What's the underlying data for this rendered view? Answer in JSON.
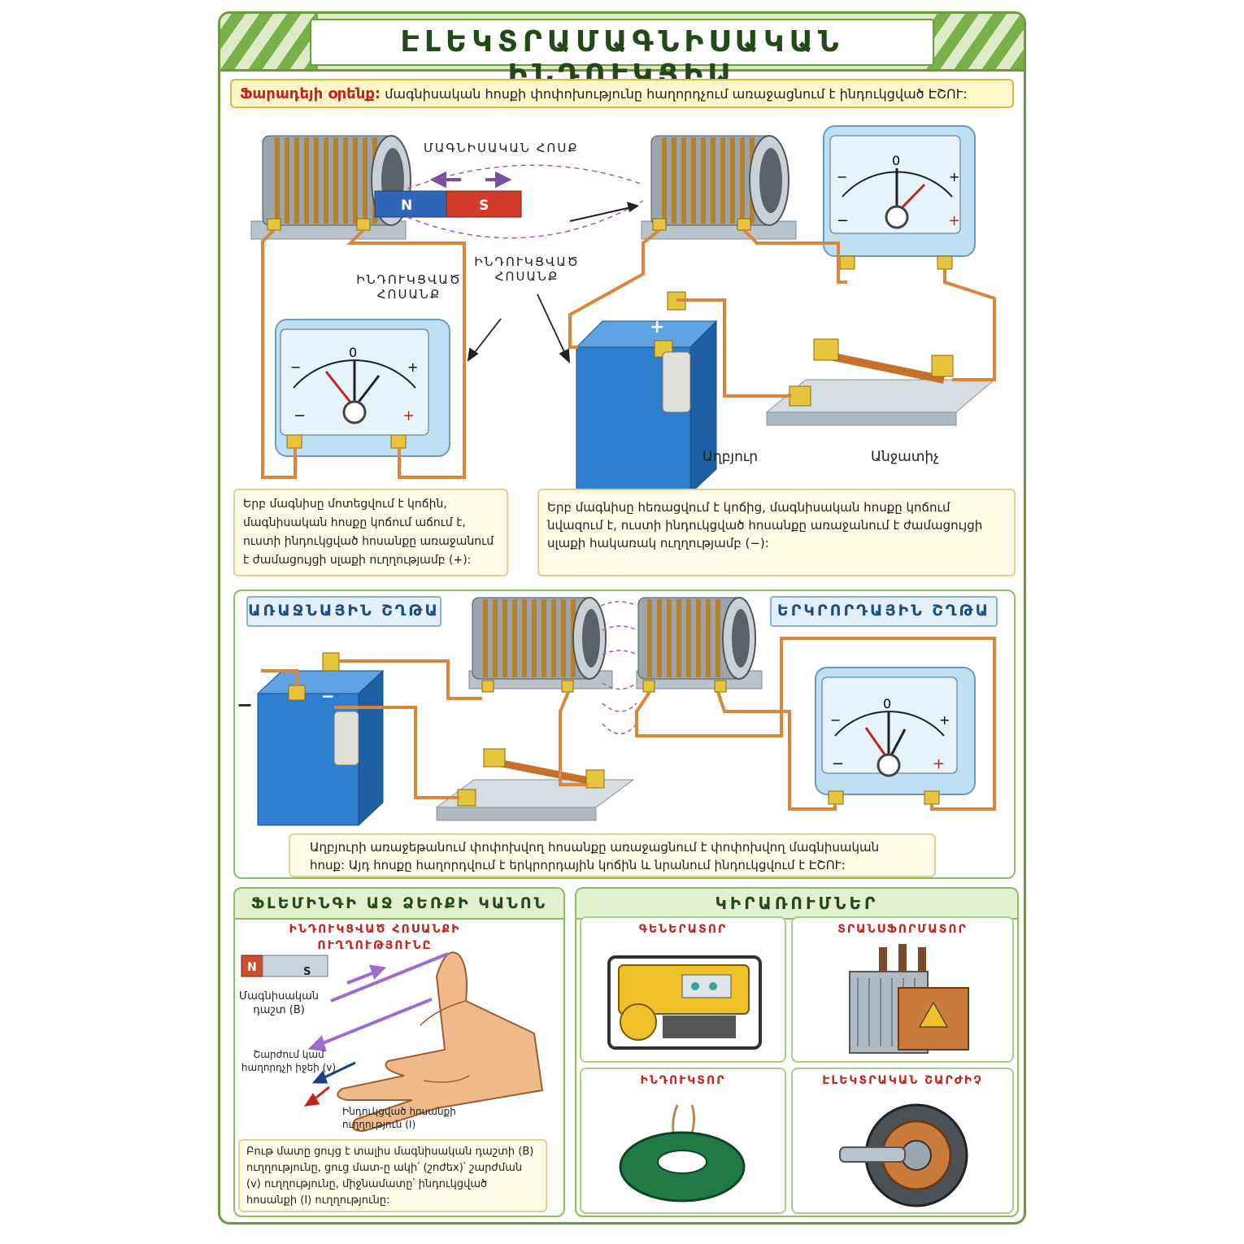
{
  "title": "ԷԼԵԿՏՐԱՄԱԳՆԻՍԱԿԱՆ ԻՆԴՈՒԿՑԻԱ",
  "law": {
    "label": "Ֆարադեյի օրենք:",
    "text": "մագնիսական հոսքի փոփոխությունը հաղորդչում առաջացնում է ինդուկցված ԷՇՈՒ:"
  },
  "top": {
    "flux_label": "ՄԱԳՆԻՍԱԿԱՆ ՀՈՍՔ",
    "current_label_1": "ԻՆԴՈՒԿՑՎԱԾ ՀՈՍԱՆՔ",
    "current_label_2": "ԻՆԴՈՒԿՑՎԱԾ ՀՈՍԱՆՔ",
    "magnet_n": "N",
    "magnet_s": "S",
    "source_label": "Աղբյուր",
    "switch_label": "Անջատիչ",
    "meter_zero": "0",
    "meter_minus": "−",
    "meter_plus": "+",
    "battery_plus": "+",
    "text_left": "Երբ մագնիսը մոտեցվում է կոճին, մագնիսական հոսքը կոճում աճում է, ուստի ինդուկցված հոսանքը առաջանում է ժամացույցի սլաքի ուղղությամբ (+):",
    "text_right": "Երբ մագնիսը հեռացվում է կոճից, մագնիսական հոսքը կոճում նվազում է, ուստի ինդուկցված հոսանքը առաջանում է ժամացույցի սլաքի հակառակ ուղղությամբ (−):"
  },
  "middle": {
    "primary_label": "ԱՌԱՋՆԱՅԻՆ ՇՂԹԱ",
    "secondary_label": "ԵՐԿՐՈՐԴԱՅԻՆ ՇՂԹԱ",
    "battery_minus_1": "−",
    "battery_minus_2": "−",
    "text": "Աղբյուրի առաջեթանում փոփոխվող հոսանքը առաջացնում է փոփոխվող մագնիսական հոսք: Այդ հոսքը հաղորդվում է երկրորդային կոճին և նրանում ինդուկցվում է ԷՇՈՒ:"
  },
  "fleming": {
    "title": "ՖԼԵՄԻՆԳԻ ԱՋ ՁԵՌՔԻ ԿԱՆՈՆ",
    "current_dir_label": "ԻՆԴՈՒԿՑՎԱԾ ՀՈՍԱՆՔԻ ՈՒՂՂՈՒԹՅՈՒՆԸ",
    "magnet_n": "N",
    "magnet_s": "S",
    "field_label": "Մագնիսական դաշտ (B)",
    "motion_label": "Շարժում կամ հաղորդչի իջեի (v)",
    "induced_label": "Ինդուկցված հոսանքի ուղղություն (I)",
    "text": "Բութ մատը ցույց է տալիս մագնիսական դաշտի (B) ուղղությունը, ցուց մատ-ը ակի՛ (շոժեx)՝ շարժման (v) ուղղությունը, միջնամատը՝ ինդուկցված հոսանքի (I) ուղղությունը:"
  },
  "applications": {
    "title": "ԿԻՐԱՌՈՒՄՆԵՐ",
    "items": [
      {
        "label": "ԳԵՆԵՐԱՏՈՐ"
      },
      {
        "label": "ՏՐԱՆՍՖՈՐՄԱՏՈՐ"
      },
      {
        "label": "ԻՆԴՈՒԿՏՈՐ"
      },
      {
        "label": "ԷԼԵԿՏՐԱԿԱՆ ՇԱՐԺԻՉ"
      }
    ]
  },
  "colors": {
    "frame": "#6f9a3c",
    "copper": "#d9a24a",
    "meter_blue": "#bfe0f4",
    "battery_blue": "#2f7fd0",
    "accent_red": "#c22420"
  }
}
